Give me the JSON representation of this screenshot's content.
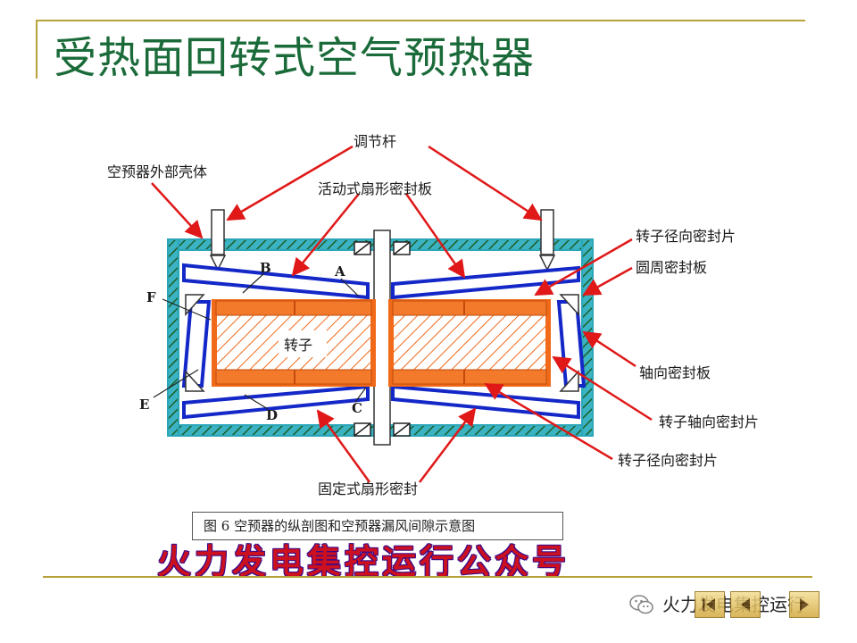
{
  "slide": {
    "title": "受热面回转式空气预热器"
  },
  "diagram": {
    "labels": {
      "adjust_rod": "调节杆",
      "outer_shell": "空预器外部壳体",
      "movable_sector_plate": "活动式扇形密封板",
      "rotor_radial_seal_top": "转子径向密封片",
      "circumferential_seal_plate": "圆周密封板",
      "rotor": "转子",
      "axial_seal_plate": "轴向密封板",
      "rotor_axial_seal": "转子轴向密封片",
      "rotor_radial_seal_bottom": "转子径向密封片",
      "fixed_sector_seal": "固定式扇形密封"
    },
    "letters": {
      "a": "A",
      "b": "B",
      "c": "C",
      "d": "D",
      "e": "E",
      "f": "F"
    },
    "caption": "图 6  空预器的纵剖图和空预器漏风间隙示意图"
  },
  "watermark": "火力发电集控运行公众号",
  "footer": {
    "brand_text": "火力发电集控运行",
    "icon": "wechat-icon",
    "nav_buttons": [
      "nav-first-icon",
      "nav-back-icon",
      "nav-next-icon"
    ]
  },
  "colors": {
    "title": "#1b6b3a",
    "rule": "#b8a23a",
    "shell": "#2aa6b8",
    "seal": "#1428c8",
    "rotor": "#f06a1a",
    "arrow": "#e01818",
    "watermark": "#cc1020"
  }
}
